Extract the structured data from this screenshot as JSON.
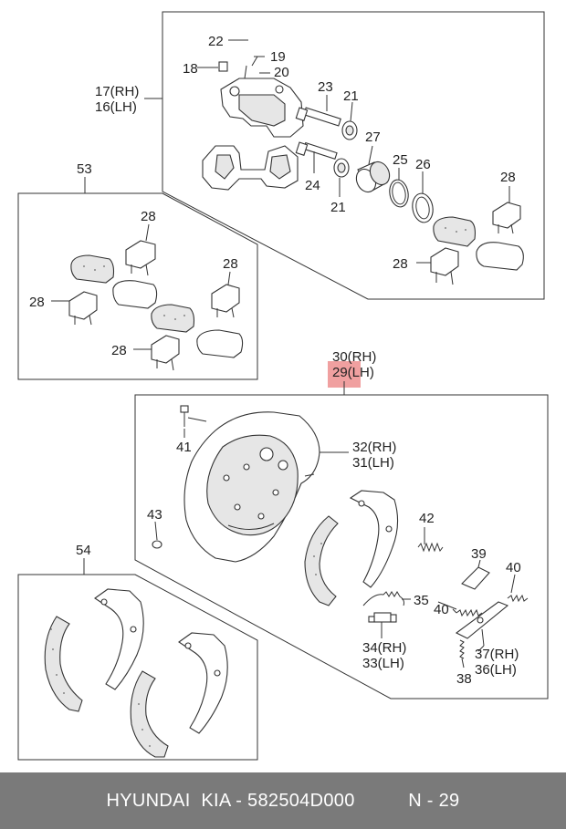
{
  "callouts": {
    "c22": "22",
    "c19": "19",
    "c18": "18",
    "c20": "20",
    "c17": "17(RH)",
    "c16": "16(LH)",
    "c23": "23",
    "c21a": "21",
    "c27": "27",
    "c25": "25",
    "c26": "26",
    "c24": "24",
    "c21b": "21",
    "c28a": "28",
    "c28b": "28",
    "c53": "53",
    "c28c": "28",
    "c28d": "28",
    "c28e": "28",
    "c28f": "28",
    "c30": "30(RH)",
    "c29": "29(LH)",
    "c41": "41",
    "c32": "32(RH)",
    "c31": "31(LH)",
    "c43": "43",
    "c42": "42",
    "c39": "39",
    "c40a": "40",
    "c35": "35",
    "c40b": "40",
    "c34": "34(RH)",
    "c33": "33(LH)",
    "c37": "37(RH)",
    "c36": "36(LH)",
    "c38": "38",
    "c54": "54"
  },
  "highlight_color": "#f0a0a0",
  "footer": {
    "brand": "HYUNDAI  KIA - 582504D000",
    "page": "N - 29"
  }
}
